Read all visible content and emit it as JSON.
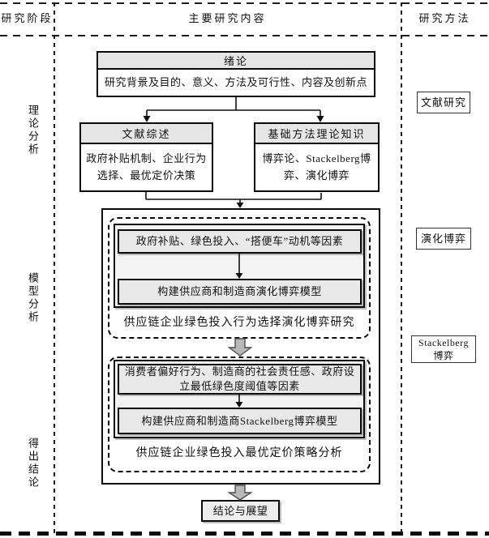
{
  "header": {
    "stage": "研究阶段",
    "content": "主要研究内容",
    "method": "研究方法"
  },
  "stages": [
    {
      "label": "理论分析"
    },
    {
      "label": "模型分析"
    },
    {
      "label": "得出结论"
    }
  ],
  "methods": [
    {
      "label": "文献研究"
    },
    {
      "label": "演化博弈"
    },
    {
      "label": "Stackelberg博弈"
    }
  ],
  "flow": {
    "intro": {
      "title": "绪论",
      "body": "研究背景及目的、意义、方法及可行性、内容及创新点"
    },
    "literature": {
      "title": "文献综述",
      "body": "政府补贴机制、企业行为选择、最优定价决策"
    },
    "theory": {
      "title": "基础方法理论知识",
      "body": "博弈论、Stackelberg博弈、演化博弈"
    },
    "evolution_group": {
      "factors": "政府补贴、绿色投入、“搭便车”动机等因素",
      "model": "构建供应商和制造商演化博弈模型",
      "caption": "供应链企业绿色投入行为选择演化博弈研究"
    },
    "stackelberg_group": {
      "factors": "消费者偏好行为、制造商的社会责任感、政府设立最低绿色度阈值等因素",
      "model": "构建供应商和制造商Stackelberg博弈模型",
      "caption": "供应链企业绿色投入最优定价策略分析"
    },
    "conclusion": {
      "label": "结论与展望"
    }
  },
  "colors": {
    "box_fill": "#e9e9e9",
    "header_fill": "#e6e6e6",
    "panel_fill": "#f3f3f3",
    "arrow_fill": "#b8b8b8",
    "line_color": "#111111"
  }
}
